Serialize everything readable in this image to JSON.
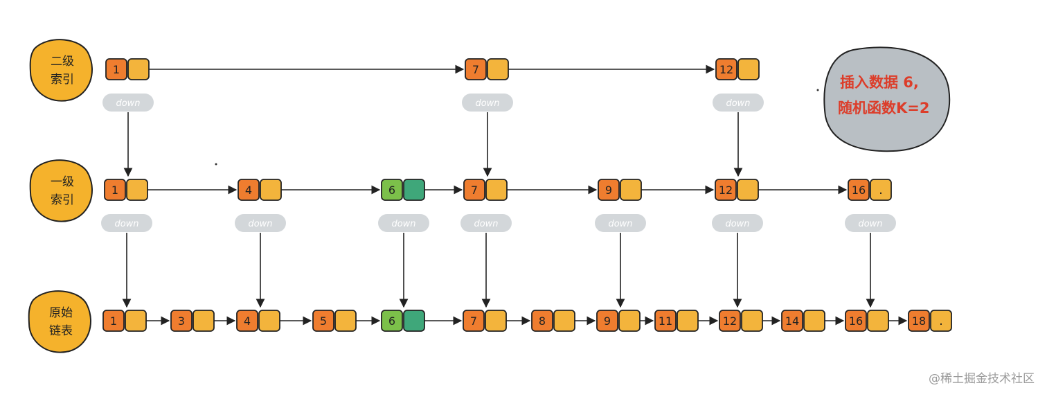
{
  "levels": [
    {
      "name": "level-2-index",
      "label": [
        "二级",
        "索引"
      ],
      "nodes": [
        {
          "value": "1",
          "color": "orange"
        },
        {
          "value": "7",
          "color": "orange"
        },
        {
          "value": "12",
          "color": "orange"
        }
      ]
    },
    {
      "name": "level-1-index",
      "label": [
        "一级",
        "索引"
      ],
      "nodes": [
        {
          "value": "1",
          "color": "orange"
        },
        {
          "value": "4",
          "color": "orange"
        },
        {
          "value": "6",
          "color": "green"
        },
        {
          "value": "7",
          "color": "orange"
        },
        {
          "value": "9",
          "color": "orange"
        },
        {
          "value": "12",
          "color": "orange"
        },
        {
          "value": "16",
          "color": "orange",
          "tail": "."
        }
      ]
    },
    {
      "name": "original-list",
      "label": [
        "原始",
        "链表"
      ],
      "nodes": [
        {
          "value": "1",
          "color": "orange"
        },
        {
          "value": "3",
          "color": "orange"
        },
        {
          "value": "4",
          "color": "orange"
        },
        {
          "value": "5",
          "color": "orange"
        },
        {
          "value": "6",
          "color": "green"
        },
        {
          "value": "7",
          "color": "orange"
        },
        {
          "value": "8",
          "color": "orange"
        },
        {
          "value": "9",
          "color": "orange"
        },
        {
          "value": "11",
          "color": "orange"
        },
        {
          "value": "12",
          "color": "orange"
        },
        {
          "value": "14",
          "color": "orange"
        },
        {
          "value": "16",
          "color": "orange"
        },
        {
          "value": "18",
          "color": "orange",
          "tail": "."
        }
      ]
    }
  ],
  "down_label": "down",
  "note": {
    "lines": [
      "插入数据 6,",
      "随机函数K=2"
    ]
  },
  "watermark": "@稀土掘金技术社区",
  "colors": {
    "orange": "#ef7d2f",
    "pointer": "#f3b43c",
    "green": "#7cc04a",
    "green_pointer": "#3fa77a",
    "label_blob": "#f5b22c",
    "note_blob": "#b9bfc4",
    "note_text": "#dc3d2a",
    "down_pill": "#d3d7da",
    "down_text": "#ffffff",
    "watermark": "#9a9a9a"
  }
}
